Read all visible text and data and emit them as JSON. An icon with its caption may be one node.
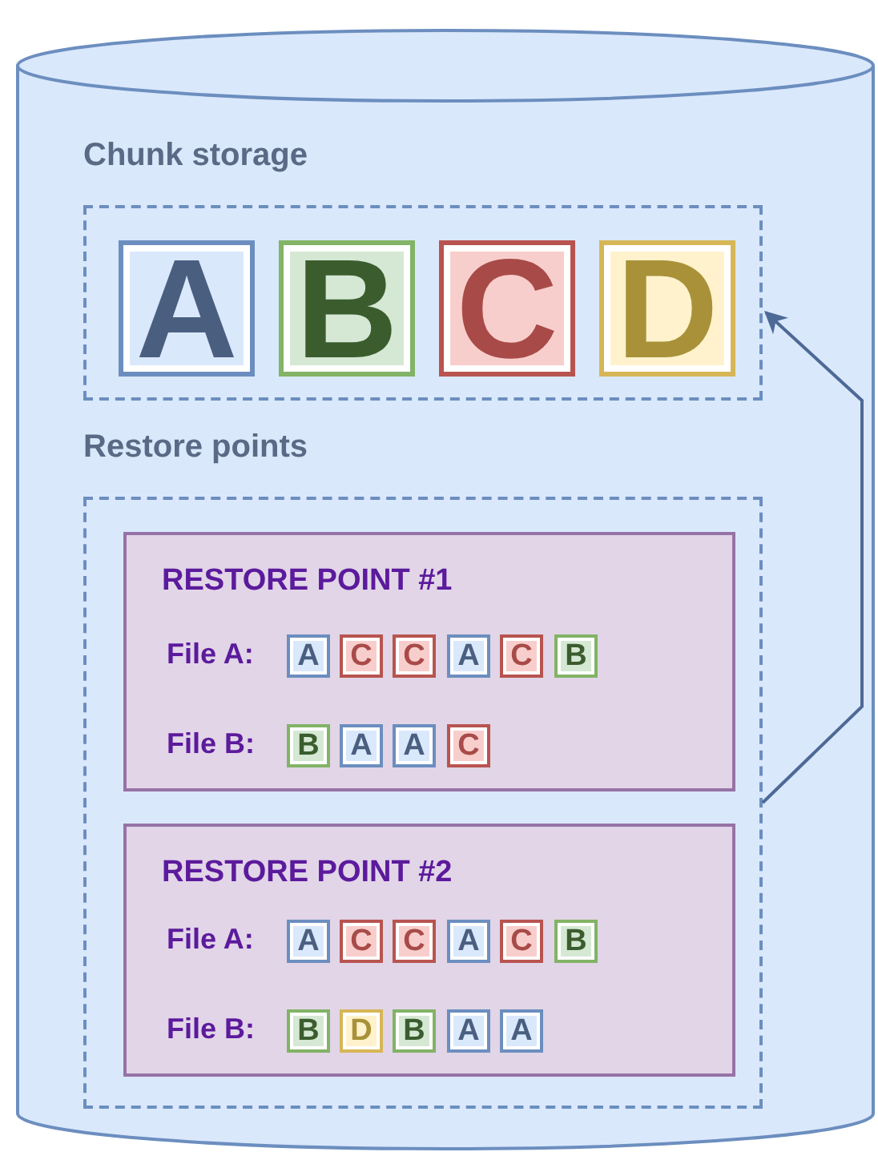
{
  "diagram": {
    "nodes": [
      {
        "text": [],
        "shape": "cylinder"
      },
      {
        "text": [
          "Chunk storage"
        ],
        "in": 0
      },
      {
        "text": [
          "A"
        ],
        "in": 1
      },
      {
        "text": [
          "B"
        ],
        "in": 1
      },
      {
        "text": [
          "C"
        ],
        "in": 1
      },
      {
        "text": [
          "D"
        ],
        "in": 1
      },
      {
        "text": [
          "Restore points"
        ],
        "in": 0
      },
      {
        "text": [
          "RESTORE POINT #1",
          "File A:",
          "File B:"
        ],
        "in": 6
      },
      {
        "text": [
          "A"
        ],
        "in": 7
      },
      {
        "text": [
          "C"
        ],
        "in": 7
      },
      {
        "text": [
          "C"
        ],
        "in": 7
      },
      {
        "text": [
          "A"
        ],
        "in": 7
      },
      {
        "text": [
          "C"
        ],
        "in": 7
      },
      {
        "text": [
          "B"
        ],
        "in": 7
      },
      {
        "text": [
          "B"
        ],
        "in": 7
      },
      {
        "text": [
          "A"
        ],
        "in": 7
      },
      {
        "text": [
          "A"
        ],
        "in": 7
      },
      {
        "text": [
          "C"
        ],
        "in": 7
      },
      {
        "text": [
          "RESTORE POINT #2",
          "File A:",
          "File B:"
        ],
        "in": 6
      },
      {
        "text": [
          "A"
        ],
        "in": 18
      },
      {
        "text": [
          "C"
        ],
        "in": 18
      },
      {
        "text": [
          "C"
        ],
        "in": 18
      },
      {
        "text": [
          "A"
        ],
        "in": 18
      },
      {
        "text": [
          "C"
        ],
        "in": 18
      },
      {
        "text": [
          "B"
        ],
        "in": 18
      },
      {
        "text": [
          "B"
        ],
        "in": 18
      },
      {
        "text": [
          "D"
        ],
        "in": 18
      },
      {
        "text": [
          "B"
        ],
        "in": 18
      },
      {
        "text": [
          "A"
        ],
        "in": 18
      },
      {
        "text": [
          "A"
        ],
        "in": 18
      }
    ],
    "edges": [
      {
        "from": 6,
        "to": 1,
        "arrow": "to"
      }
    ]
  }
}
